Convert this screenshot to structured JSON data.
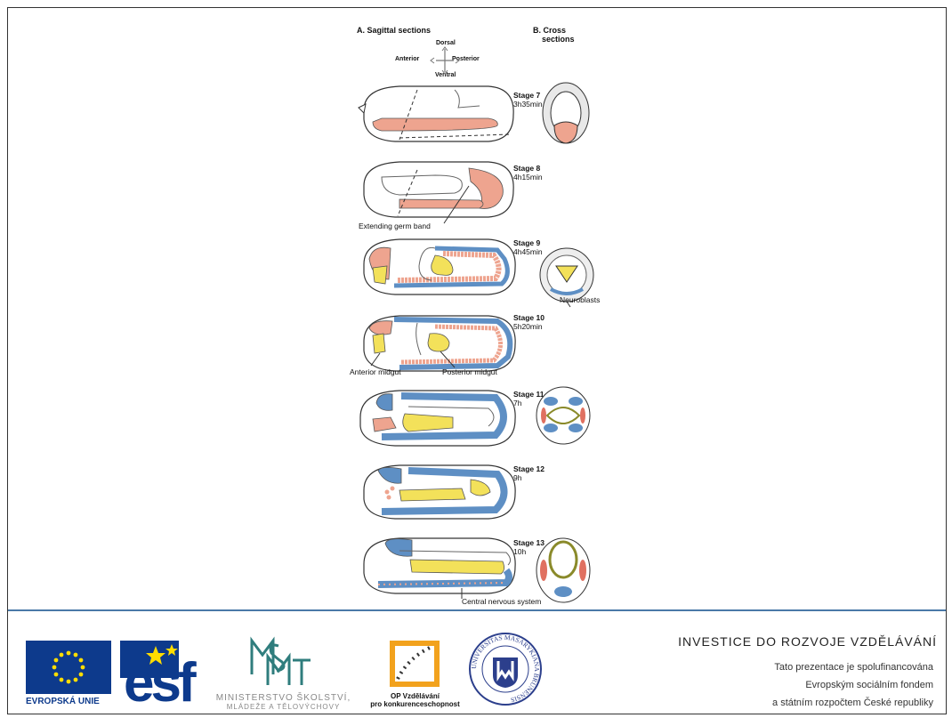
{
  "figure": {
    "col_a": "A. Sagittal sections",
    "col_b_1": "B. Cross",
    "col_b_2": "sections",
    "compass": {
      "dorsal": "Dorsal",
      "ventral": "Ventral",
      "anterior": "Anterior",
      "posterior": "Posterior"
    },
    "stages": [
      {
        "name": "Stage 7",
        "time": "3h35min"
      },
      {
        "name": "Stage 8",
        "time": "4h15min"
      },
      {
        "name": "Stage 9",
        "time": "4h45min"
      },
      {
        "name": "Stage 10",
        "time": "5h20min"
      },
      {
        "name": "Stage 11",
        "time": "7h"
      },
      {
        "name": "Stage 12",
        "time": "9h"
      },
      {
        "name": "Stage 13",
        "time": "10h"
      }
    ],
    "labels": {
      "germ_band": "Extending germ band",
      "neuroblasts": "Neuroblasts",
      "anterior_midgut": "Anterior midgut",
      "posterior_midgut": "Posterior midgut",
      "cns": "Central nervous system"
    }
  },
  "footer": {
    "eu_label": "EVROPSKÁ UNIE",
    "esf_label": "esf",
    "msmt_line1": "MINISTERSTVO ŠKOLSTVÍ,",
    "msmt_line2": "MLÁDEŽE A TĚLOVÝCHOVY",
    "op_line1": "OP Vzdělávání",
    "op_line2": "pro konkurenceschopnost",
    "muni_ring": "UNIVERSITAS MASARYKIANA BRUNENSIS",
    "title": "INVESTICE DO ROZVOJE VZDĚLÁVÁNÍ",
    "line1": "Tato prezentace je spolufinancována",
    "line2": "Evropským sociálním fondem",
    "line3": "a státním rozpočtem České republiky"
  },
  "colors": {
    "salmon": "#eea48f",
    "blue": "#5e8fc4",
    "yellow": "#f3e15a",
    "divider": "#4a79a8",
    "eu_blue": "#0d3a8c",
    "eu_star": "#ffdd00",
    "op_orange": "#f2a21d"
  }
}
